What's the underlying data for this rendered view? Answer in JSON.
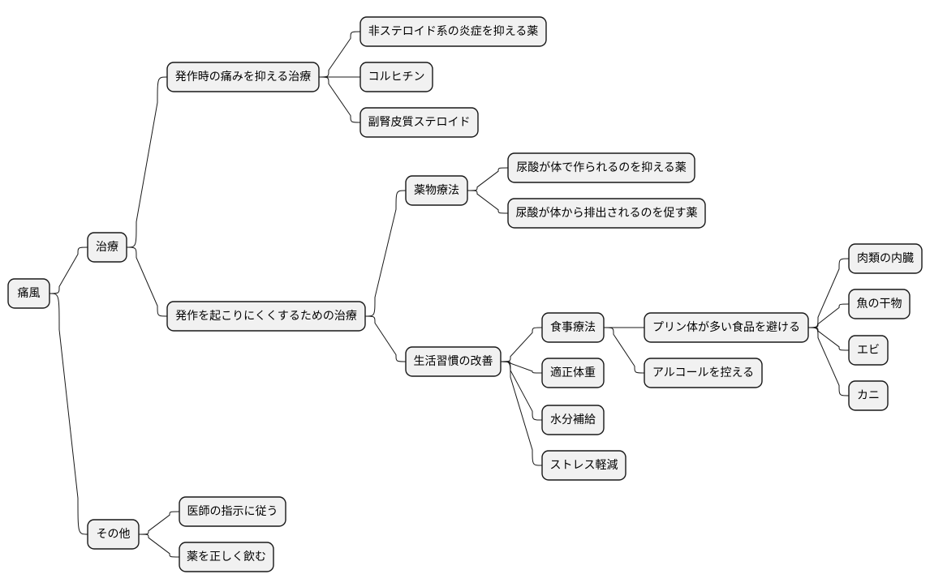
{
  "mindmap": {
    "root": {
      "label": "痛風",
      "children": [
        {
          "label": "治療",
          "children": [
            {
              "label": "発作時の痛みを抑える治療",
              "children": [
                {
                  "label": "非ステロイド系の炎症を抑える薬"
                },
                {
                  "label": "コルヒチン"
                },
                {
                  "label": "副腎皮質ステロイド"
                }
              ]
            },
            {
              "label": "発作を起こりにくくするための治療",
              "children": [
                {
                  "label": "薬物療法",
                  "children": [
                    {
                      "label": "尿酸が体で作られるのを抑える薬"
                    },
                    {
                      "label": "尿酸が体から排出されるのを促す薬"
                    }
                  ]
                },
                {
                  "label": "生活習慣の改善",
                  "children": [
                    {
                      "label": "食事療法",
                      "children": [
                        {
                          "label": "プリン体が多い食品を避ける",
                          "children": [
                            {
                              "label": "肉類の内臓"
                            },
                            {
                              "label": "魚の干物"
                            },
                            {
                              "label": "エビ"
                            },
                            {
                              "label": "カニ"
                            }
                          ]
                        },
                        {
                          "label": "アルコールを控える"
                        }
                      ]
                    },
                    {
                      "label": "適正体重"
                    },
                    {
                      "label": "水分補給"
                    },
                    {
                      "label": "ストレス軽減"
                    }
                  ]
                }
              ]
            }
          ]
        },
        {
          "label": "その他",
          "children": [
            {
              "label": "医師の指示に従う"
            },
            {
              "label": "薬を正しく飲む"
            }
          ]
        }
      ]
    }
  }
}
